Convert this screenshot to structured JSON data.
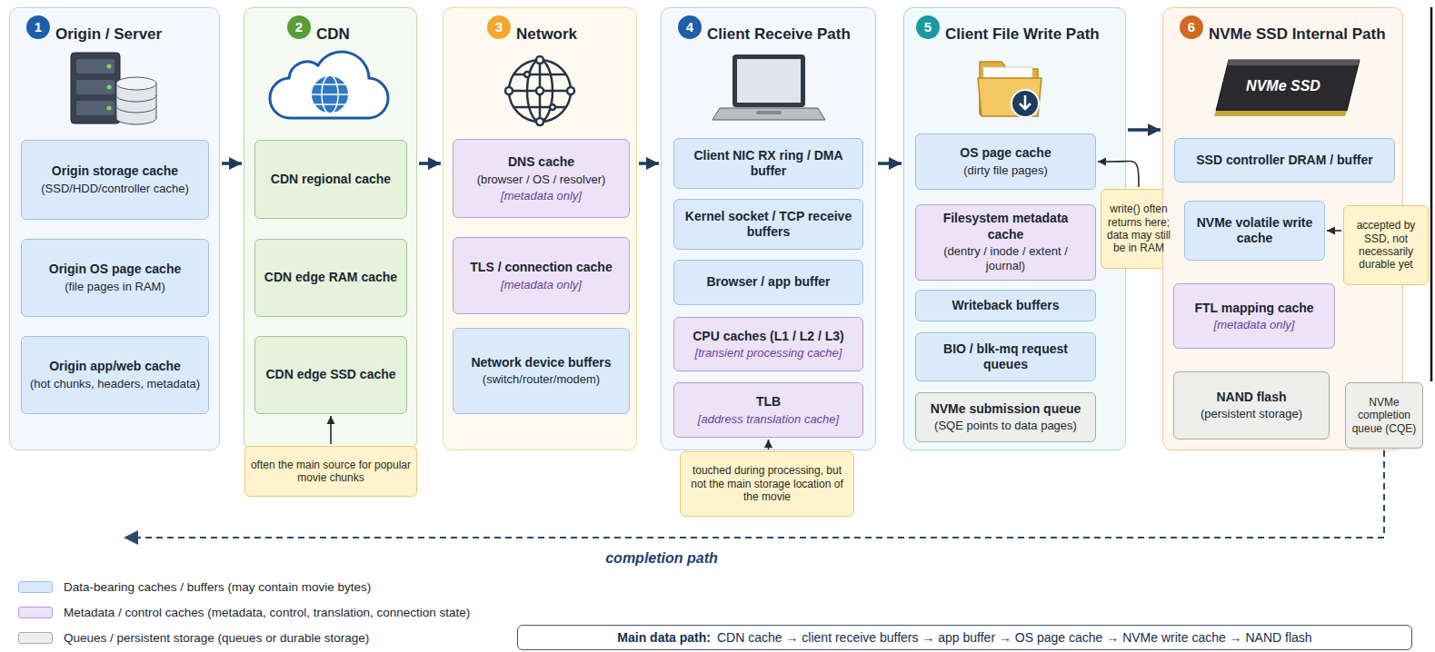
{
  "diagram": {
    "nodes": [
      {
        "text": [
          "Origin / Server"
        ]
      },
      {
        "text": [
          "Origin storage cache",
          "(SSD/HDD/controller cache)"
        ],
        "in": 0
      },
      {
        "text": [
          "Origin OS page cache",
          "(file pages in RAM)"
        ],
        "in": 0
      },
      {
        "text": [
          "Origin app/web cache",
          "(hot chunks, headers, metadata)"
        ],
        "in": 0
      },
      {
        "text": [
          "CDN"
        ]
      },
      {
        "text": [
          "CDN regional cache"
        ],
        "in": 4
      },
      {
        "text": [
          "CDN edge RAM cache"
        ],
        "in": 4
      },
      {
        "text": [
          "CDN edge SSD cache"
        ],
        "in": 4
      },
      {
        "text": [
          "often the main source for popular movie chunks"
        ]
      },
      {
        "text": [
          "Network"
        ]
      },
      {
        "text": [
          "DNS cache",
          "(browser / OS / resolver)",
          "[metadata only]"
        ],
        "in": 9
      },
      {
        "text": [
          "TLS / connection cache",
          "[metadata only]"
        ],
        "in": 9
      },
      {
        "text": [
          "Network device buffers",
          "(switch/router/modem)"
        ],
        "in": 9
      },
      {
        "text": [
          "Client Receive Path"
        ]
      },
      {
        "text": [
          "Client NIC RX ring / DMA buffer"
        ],
        "in": 13
      },
      {
        "text": [
          "Kernel socket / TCP receive buffers"
        ],
        "in": 13
      },
      {
        "text": [
          "Browser / app buffer"
        ],
        "in": 13
      },
      {
        "text": [
          "CPU caches (L1 / L2 / L3)",
          "[transient processing cache]"
        ],
        "in": 13
      },
      {
        "text": [
          "TLB",
          "[address translation cache]"
        ],
        "in": 13
      },
      {
        "text": [
          "touched during processing, but not the main storage location of the movie"
        ]
      },
      {
        "text": [
          "Client File Write Path"
        ]
      },
      {
        "text": [
          "OS page cache",
          "(dirty file pages)"
        ],
        "in": 20
      },
      {
        "text": [
          "Filesystem metadata cache",
          "(dentry / inode / extent / journal)"
        ],
        "in": 20
      },
      {
        "text": [
          "Writeback buffers"
        ],
        "in": 20
      },
      {
        "text": [
          "BIO / blk-mq request queues"
        ],
        "in": 20
      },
      {
        "text": [
          "NVMe submission queue",
          "(SQE points to data pages)"
        ],
        "in": 20
      },
      {
        "text": [
          "write() often returns here; data may still be in RAM"
        ]
      },
      {
        "text": [
          "NVMe SSD Internal Path"
        ]
      },
      {
        "text": [
          "SSD controller DRAM / buffer"
        ],
        "in": 27
      },
      {
        "text": [
          "NVMe volatile write cache"
        ],
        "in": 27
      },
      {
        "text": [
          "accepted by SSD, not necessarily durable yet"
        ]
      },
      {
        "text": [
          "FTL mapping cache",
          "[metadata only]"
        ],
        "in": 27
      },
      {
        "text": [
          "NAND flash",
          "(persistent storage)"
        ],
        "in": 27
      },
      {
        "text": [
          "NVMe completion queue (CQE)"
        ]
      },
      {
        "text": [
          "Main data path:",
          "CDN cache → client receive buffers → app buffer → OS page cache → NVMe write cache → NAND flash"
        ]
      }
    ],
    "edges": [
      {
        "from": 0,
        "to": 4,
        "arrow": "to"
      },
      {
        "from": 4,
        "to": 9,
        "arrow": "to"
      },
      {
        "from": 9,
        "to": 13,
        "arrow": "to"
      },
      {
        "from": 13,
        "to": 20,
        "arrow": "to"
      },
      {
        "from": 20,
        "to": 27,
        "arrow": "to"
      },
      {
        "from": 8,
        "to": 7,
        "arrow": "to"
      },
      {
        "from": 19,
        "to": 18,
        "arrow": "to"
      },
      {
        "from": 26,
        "to": 21,
        "arrow": "to"
      },
      {
        "from": 30,
        "to": 29,
        "arrow": "to"
      }
    ],
    "labels": [
      "1",
      "2",
      "3",
      "4",
      "5",
      "6",
      "NVMe SSD",
      "completion path"
    ],
    "legend": [
      {
        "text": "Data-bearing caches / buffers (may contain movie bytes)",
        "color": "#dbeafa"
      },
      {
        "text": "Metadata / control caches (metadata, control, translation, connection state)",
        "color": "#ece3f6"
      },
      {
        "text": "Queues / persistent storage (queues or durable storage)",
        "color": "#eeeeec"
      }
    ]
  }
}
